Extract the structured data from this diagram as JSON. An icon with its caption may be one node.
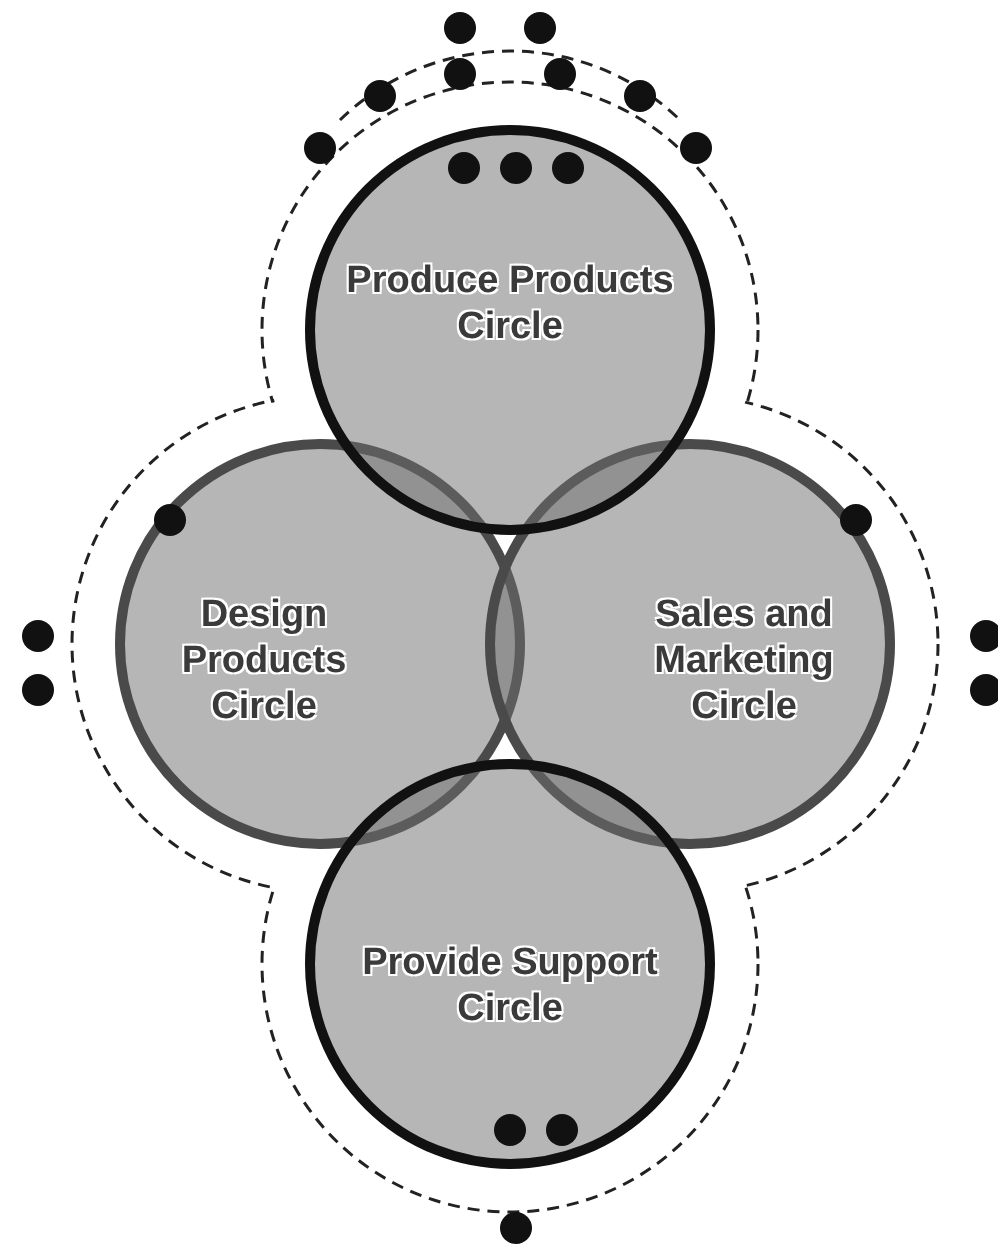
{
  "diagram": {
    "nodes": [
      {
        "text": [
          "Produce Products Circle"
        ]
      },
      {
        "text": [
          "Design Products Circle"
        ]
      },
      {
        "text": [
          "Sales and Marketing Circle"
        ]
      },
      {
        "text": [
          "Provide Support Circle"
        ]
      }
    ]
  }
}
